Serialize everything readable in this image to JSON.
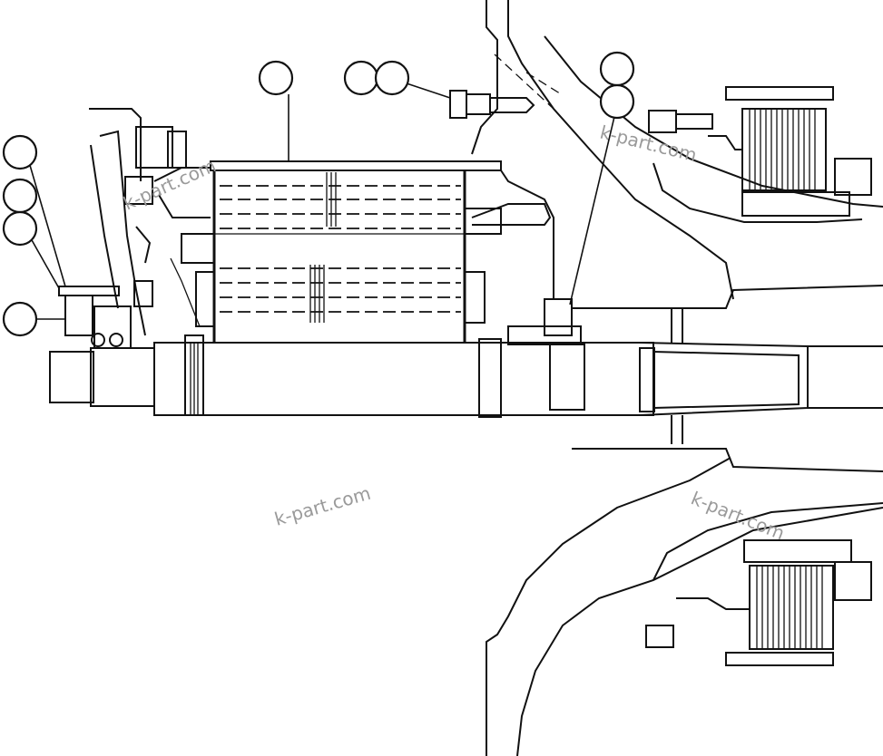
{
  "drawing": {
    "watermarks": [
      "k-part.com",
      "k-part.com",
      "k-part.com",
      "k-part.com"
    ],
    "callouts": [
      {
        "id": "callout-a",
        "label": ""
      },
      {
        "id": "callout-b",
        "label": ""
      },
      {
        "id": "callout-c",
        "label": ""
      },
      {
        "id": "callout-d",
        "label": ""
      },
      {
        "id": "callout-e",
        "label": ""
      },
      {
        "id": "callout-f",
        "label": ""
      },
      {
        "id": "callout-g",
        "label": ""
      },
      {
        "id": "callout-h",
        "label": ""
      },
      {
        "id": "callout-i",
        "label": ""
      },
      {
        "id": "callout-j",
        "label": ""
      }
    ]
  }
}
